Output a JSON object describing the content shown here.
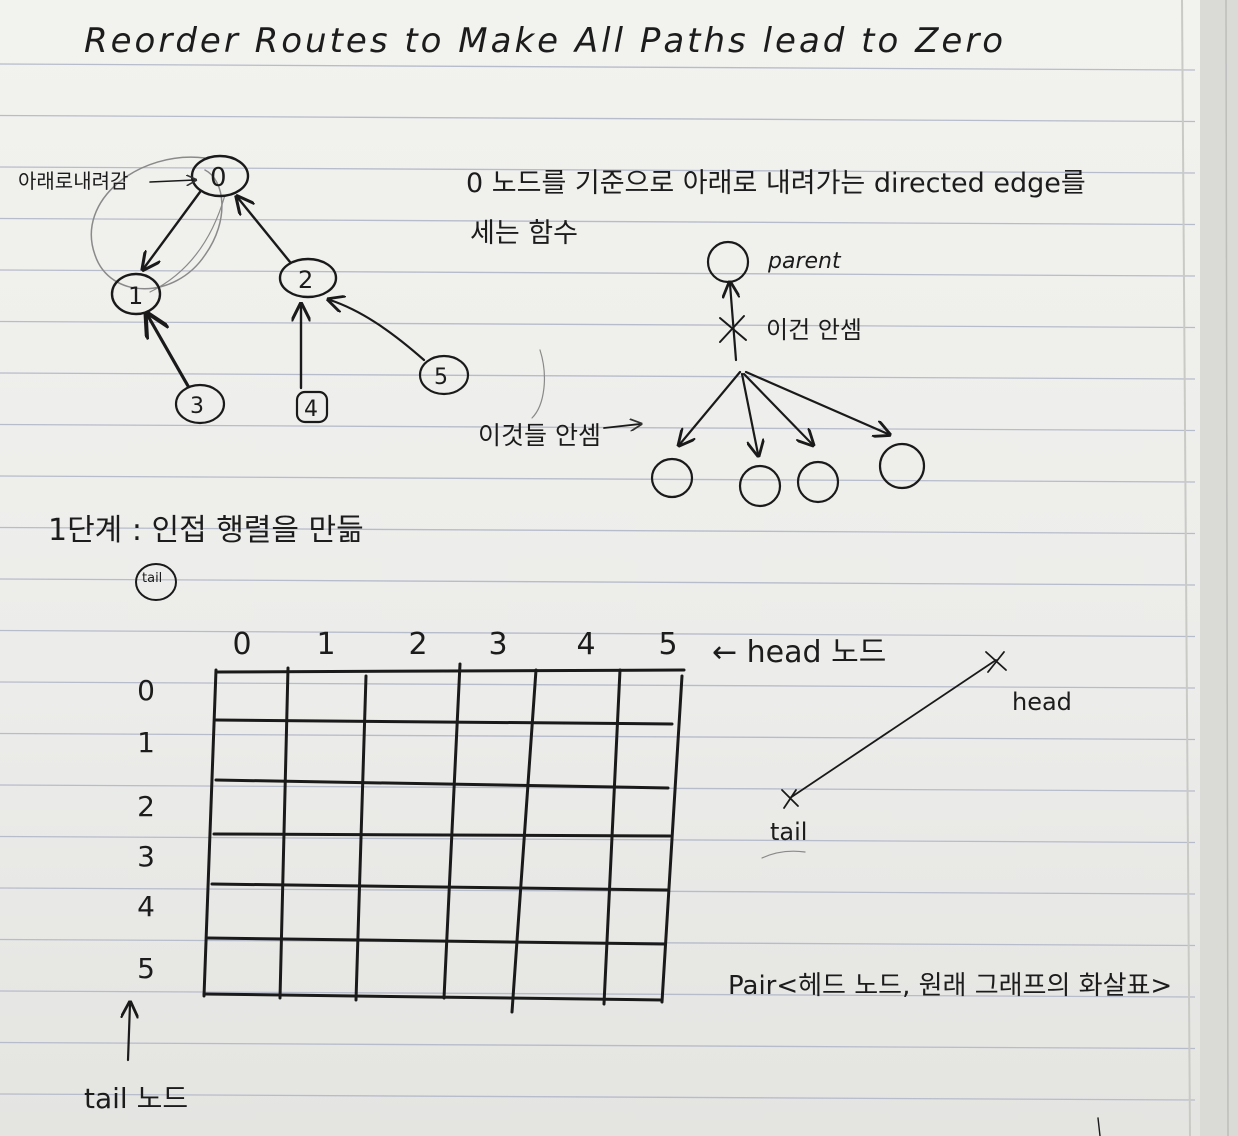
{
  "title": "Reorder Routes to Make All Paths lead to Zero",
  "graph": {
    "nodes": [
      "0",
      "1",
      "2",
      "3",
      "4",
      "5"
    ],
    "side_label": "아래로내려감"
  },
  "notes": {
    "description_line1": "0 노드를 기준으로 아래로 내려가는 directed edge를",
    "description_line2": "세는 함수",
    "parent_label": "parent",
    "not_counted_label": "이건 안셈",
    "these_counted_label": "이것들 안셈"
  },
  "step1": {
    "heading": "1단계 : 인접 행렬을 만듦",
    "circled_note": "tail"
  },
  "matrix": {
    "col_headers": [
      "0",
      "1",
      "2",
      "3",
      "4",
      "5"
    ],
    "row_headers": [
      "0",
      "1",
      "2",
      "3",
      "4",
      "5"
    ],
    "head_label": "← head 노드",
    "tail_label": "tail 노드"
  },
  "edge_sketch": {
    "head": "head",
    "tail": "tail"
  },
  "pair_note": "Pair<헤드 노드, 원래 그래프의 화살표>",
  "colors": {
    "paper": "#f0f0ec",
    "rule_line": "#b7bccb",
    "margin": "#d0d0cc",
    "ink": "#1a1a1a"
  }
}
